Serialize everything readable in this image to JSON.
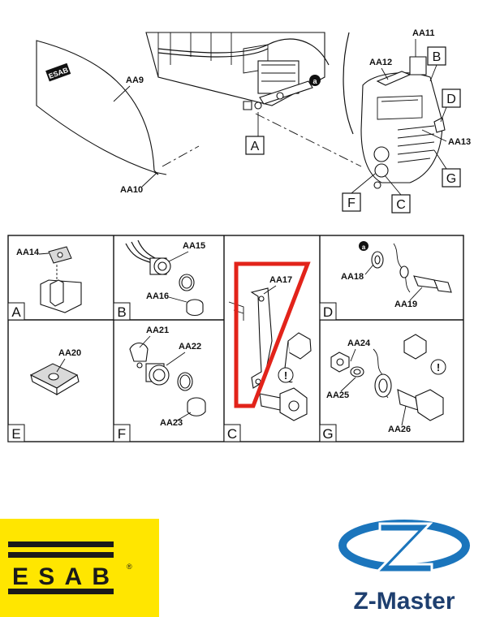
{
  "labels": {
    "aa9": "AA9",
    "aa10": "AA10",
    "aa11": "AA11",
    "aa12": "AA12",
    "aa13": "AA13",
    "aa14": "AA14",
    "aa15": "AA15",
    "aa16": "AA16",
    "aa17": "AA17",
    "aa18": "AA18",
    "aa19": "AA19",
    "aa20": "AA20",
    "aa21": "AA21",
    "aa22": "AA22",
    "aa23": "AA23",
    "aa24": "AA24",
    "aa25": "AA25",
    "aa26": "AA26"
  },
  "callouts": {
    "a": "A",
    "b": "B",
    "c": "C",
    "d": "D",
    "f": "F",
    "g": "G"
  },
  "marker": "a",
  "warning": "!",
  "panels": {
    "a": "A",
    "b": "B",
    "c": "C",
    "d": "D",
    "e": "E",
    "f": "F",
    "g": "G"
  },
  "cover_logo_text": "ESAB",
  "brand_esab": "ESAB",
  "brand_registered": "®",
  "brand_zmaster": "Z-Master",
  "colors": {
    "highlight": "#e2231a",
    "esab_yellow": "#ffe600",
    "esab_black": "#1a1a1a",
    "zmaster_blue": "#1b75bc",
    "zmaster_dark": "#1e3f6f"
  }
}
